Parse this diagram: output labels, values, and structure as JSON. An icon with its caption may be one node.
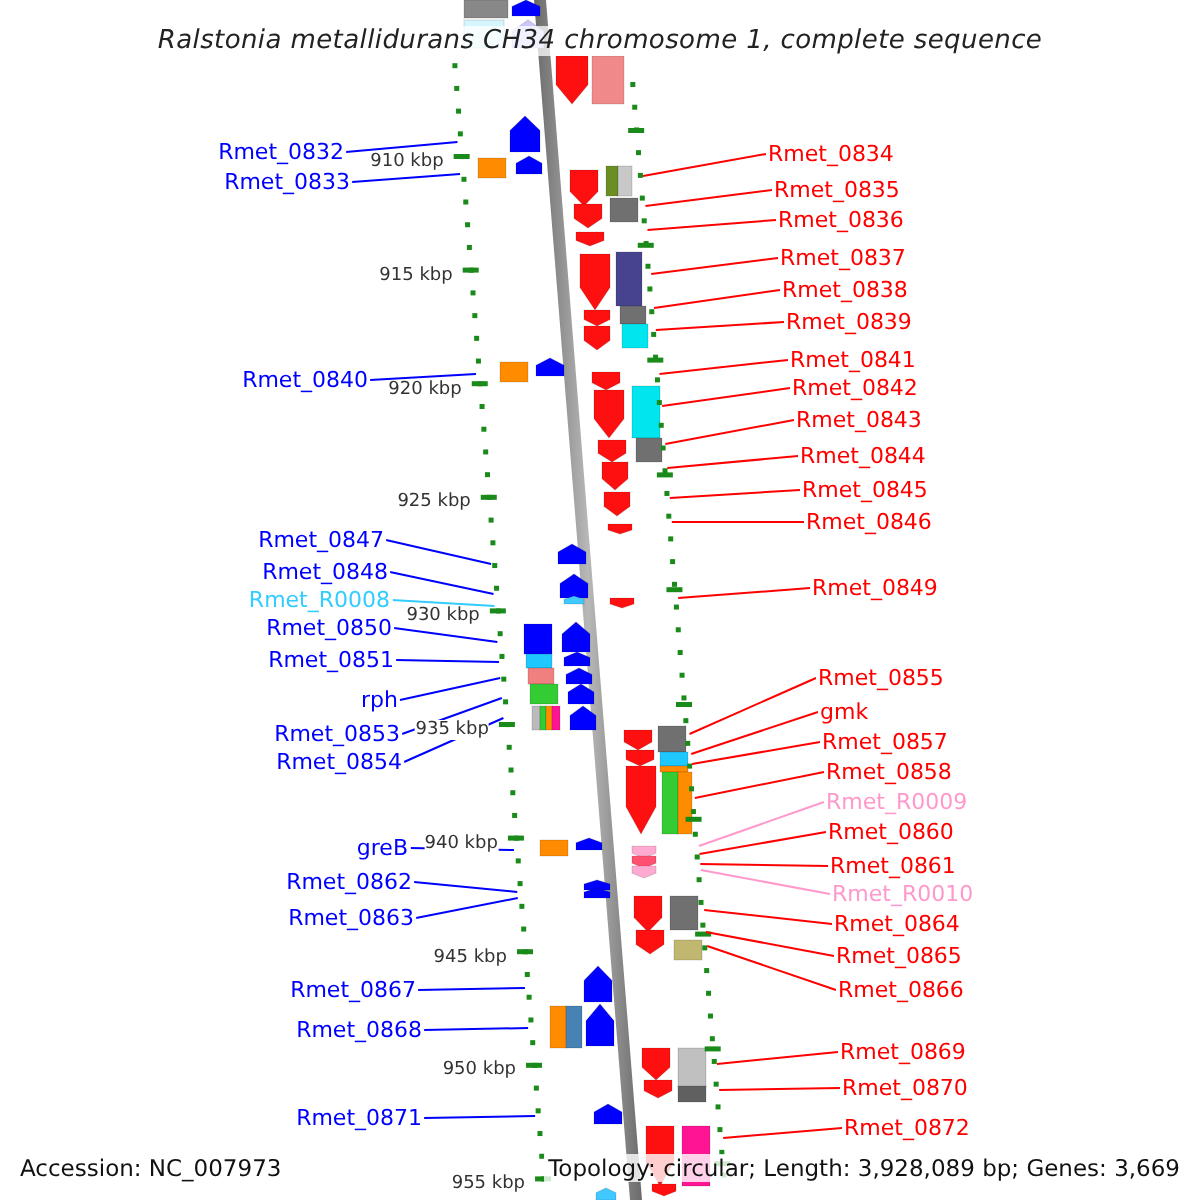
{
  "diagram": {
    "title": "Ralstonia metallidurans CH34 chromosome 1, complete sequence",
    "nodes": [
      {
        "text": [
          "Rmet_0832"
        ]
      },
      {
        "text": [
          "Rmet_0833"
        ]
      },
      {
        "text": [
          "Rmet_0840"
        ]
      },
      {
        "text": [
          "Rmet_0847"
        ]
      },
      {
        "text": [
          "Rmet_0848"
        ]
      },
      {
        "text": [
          "Rmet_R0008"
        ]
      },
      {
        "text": [
          "Rmet_0850"
        ]
      },
      {
        "text": [
          "Rmet_0851"
        ]
      },
      {
        "text": [
          "rph"
        ]
      },
      {
        "text": [
          "Rmet_0853"
        ]
      },
      {
        "text": [
          "Rmet_0854"
        ]
      },
      {
        "text": [
          "greB"
        ]
      },
      {
        "text": [
          "Rmet_0862"
        ]
      },
      {
        "text": [
          "Rmet_0863"
        ]
      },
      {
        "text": [
          "Rmet_0867"
        ]
      },
      {
        "text": [
          "Rmet_0868"
        ]
      },
      {
        "text": [
          "Rmet_0871"
        ]
      },
      {
        "text": [
          "Rmet_0834"
        ]
      },
      {
        "text": [
          "Rmet_0835"
        ]
      },
      {
        "text": [
          "Rmet_0836"
        ]
      },
      {
        "text": [
          "Rmet_0837"
        ]
      },
      {
        "text": [
          "Rmet_0838"
        ]
      },
      {
        "text": [
          "Rmet_0839"
        ]
      },
      {
        "text": [
          "Rmet_0841"
        ]
      },
      {
        "text": [
          "Rmet_0842"
        ]
      },
      {
        "text": [
          "Rmet_0843"
        ]
      },
      {
        "text": [
          "Rmet_0844"
        ]
      },
      {
        "text": [
          "Rmet_0845"
        ]
      },
      {
        "text": [
          "Rmet_0846"
        ]
      },
      {
        "text": [
          "Rmet_0849"
        ]
      },
      {
        "text": [
          "Rmet_0855"
        ]
      },
      {
        "text": [
          "gmk"
        ]
      },
      {
        "text": [
          "Rmet_0857"
        ]
      },
      {
        "text": [
          "Rmet_0858"
        ]
      },
      {
        "text": [
          "Rmet_R0009"
        ]
      },
      {
        "text": [
          "Rmet_0860"
        ]
      },
      {
        "text": [
          "Rmet_0861"
        ]
      },
      {
        "text": [
          "Rmet_R0010"
        ]
      },
      {
        "text": [
          "Rmet_0864"
        ]
      },
      {
        "text": [
          "Rmet_0865"
        ]
      },
      {
        "text": [
          "Rmet_0866"
        ]
      },
      {
        "text": [
          "Rmet_0869"
        ]
      },
      {
        "text": [
          "Rmet_0870"
        ]
      },
      {
        "text": [
          "Rmet_0872"
        ]
      },
      {
        "text": [],
        "shape": "bar"
      },
      {
        "text": [],
        "shape": "bar"
      }
    ],
    "edges": [
      {
        "from": 0,
        "to": 44,
        "arrow": "none",
        "color": "#0000ff"
      },
      {
        "from": 1,
        "to": 44,
        "arrow": "none",
        "color": "#0000ff"
      },
      {
        "from": 2,
        "to": 44,
        "arrow": "none",
        "color": "#0000ff"
      },
      {
        "from": 3,
        "to": 44,
        "arrow": "none",
        "color": "#0000ff"
      },
      {
        "from": 4,
        "to": 44,
        "arrow": "none",
        "color": "#0000ff"
      },
      {
        "from": 5,
        "to": 44,
        "arrow": "none",
        "color": "#33ccff"
      },
      {
        "from": 6,
        "to": 44,
        "arrow": "none",
        "color": "#0000ff"
      },
      {
        "from": 7,
        "to": 44,
        "arrow": "none",
        "color": "#0000ff"
      },
      {
        "from": 8,
        "to": 44,
        "arrow": "none",
        "color": "#0000ff"
      },
      {
        "from": 9,
        "to": 44,
        "arrow": "none",
        "color": "#0000ff"
      },
      {
        "from": 10,
        "to": 44,
        "arrow": "none",
        "color": "#0000ff"
      },
      {
        "from": 11,
        "to": 44,
        "arrow": "none",
        "color": "#0000ff"
      },
      {
        "from": 12,
        "to": 44,
        "arrow": "none",
        "color": "#0000ff"
      },
      {
        "from": 13,
        "to": 44,
        "arrow": "none",
        "color": "#0000ff"
      },
      {
        "from": 14,
        "to": 44,
        "arrow": "none",
        "color": "#0000ff"
      },
      {
        "from": 15,
        "to": 44,
        "arrow": "none",
        "color": "#0000ff"
      },
      {
        "from": 16,
        "to": 44,
        "arrow": "none",
        "color": "#0000ff"
      },
      {
        "from": 17,
        "to": 45,
        "arrow": "none"
      },
      {
        "from": 18,
        "to": 45,
        "arrow": "none"
      },
      {
        "from": 19,
        "to": 45,
        "arrow": "none"
      },
      {
        "from": 20,
        "to": 45,
        "arrow": "none"
      },
      {
        "from": 21,
        "to": 45,
        "arrow": "none"
      },
      {
        "from": 22,
        "to": 45,
        "arrow": "none"
      },
      {
        "from": 23,
        "to": 45,
        "arrow": "none"
      },
      {
        "from": 24,
        "to": 45,
        "arrow": "none"
      },
      {
        "from": 25,
        "to": 45,
        "arrow": "none"
      },
      {
        "from": 26,
        "to": 45,
        "arrow": "none"
      },
      {
        "from": 27,
        "to": 45,
        "arrow": "none"
      },
      {
        "from": 28,
        "to": 45,
        "arrow": "none"
      },
      {
        "from": 29,
        "to": 45,
        "arrow": "none"
      },
      {
        "from": 30,
        "to": 45,
        "arrow": "none"
      },
      {
        "from": 31,
        "to": 45,
        "arrow": "none"
      },
      {
        "from": 32,
        "to": 45,
        "arrow": "none"
      },
      {
        "from": 33,
        "to": 45,
        "arrow": "none"
      },
      {
        "from": 34,
        "to": 45,
        "arrow": "none",
        "color": "#ff99cc"
      },
      {
        "from": 35,
        "to": 45,
        "arrow": "none"
      },
      {
        "from": 36,
        "to": 45,
        "arrow": "none"
      },
      {
        "from": 37,
        "to": 45,
        "arrow": "none",
        "color": "#ff99cc"
      },
      {
        "from": 38,
        "to": 45,
        "arrow": "none"
      },
      {
        "from": 39,
        "to": 45,
        "arrow": "none"
      },
      {
        "from": 40,
        "to": 45,
        "arrow": "none"
      },
      {
        "from": 41,
        "to": 45,
        "arrow": "none"
      },
      {
        "from": 42,
        "to": 45,
        "arrow": "none"
      },
      {
        "from": 43,
        "to": 45,
        "arrow": "none"
      }
    ],
    "labels": [
      "910 kbp",
      "915 kbp",
      "920 kbp",
      "925 kbp",
      "930 kbp",
      "935 kbp",
      "940 kbp",
      "945 kbp",
      "950 kbp",
      "955 kbp",
      "Accession: NC_007973",
      "Topology: circular; Length: 3,928,089 bp; Genes: 3,669"
    ]
  }
}
